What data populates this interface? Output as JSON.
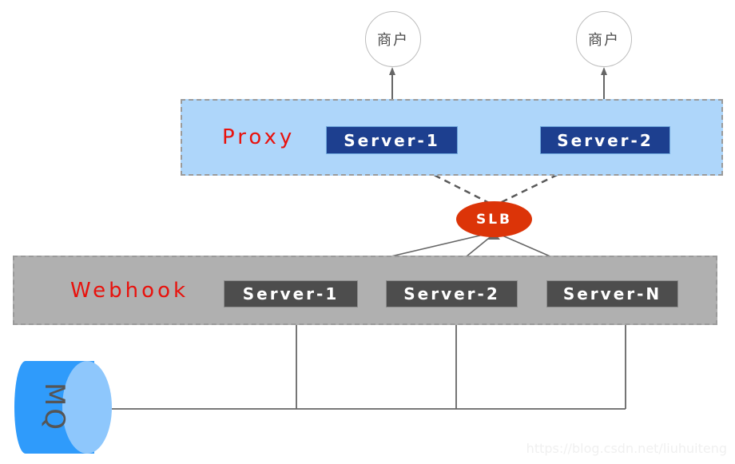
{
  "diagram": {
    "title": "Proxy / Webhook / SLB architecture",
    "colors": {
      "proxy_band": "#aed6fa",
      "webhook_band": "#b0b0b0",
      "proxy_server_box": "#1d3f8f",
      "webhook_server_box": "#4d4d4d",
      "slb": "#dc3408",
      "mq_body": "#2f9bfb",
      "mq_cap": "#8ec7fc",
      "band_label": "#e8120d",
      "line": "#666666"
    },
    "bands": {
      "proxy": {
        "label": "Proxy"
      },
      "webhook": {
        "label": "Webhook"
      }
    },
    "merchants": [
      {
        "label": "商户"
      },
      {
        "label": "商户"
      }
    ],
    "proxy_servers": [
      {
        "label": "Server-1"
      },
      {
        "label": "Server-2"
      }
    ],
    "webhook_servers": [
      {
        "label": "Server-1"
      },
      {
        "label": "Server-2"
      },
      {
        "label": "Server-N"
      }
    ],
    "slb": {
      "label": "SLB"
    },
    "mq": {
      "label": "MQ"
    },
    "watermark": "https://blog.csdn.net/liuhuiteng"
  }
}
